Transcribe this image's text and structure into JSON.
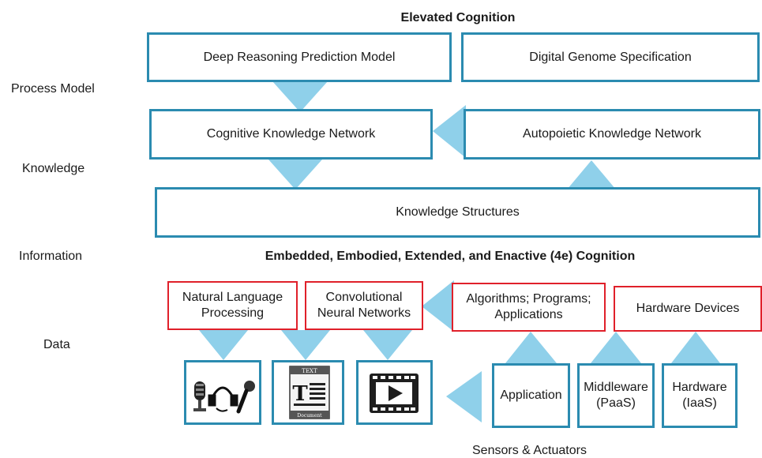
{
  "headings": {
    "top": "Elevated Cognition",
    "middle": "Embedded, Embodied, Extended, and Enactive (4e) Cognition",
    "bottom": "Sensors & Actuators"
  },
  "side_labels": {
    "process_model": "Process Model",
    "knowledge": "Knowledge",
    "information": "Information",
    "data": "Data"
  },
  "boxes": {
    "deep_reasoning": "Deep Reasoning Prediction Model",
    "digital_genome": "Digital Genome Specification",
    "cognitive_kn": "Cognitive Knowledge Network",
    "autopoietic_kn": "Autopoietic Knowledge Network",
    "knowledge_structures": "Knowledge Structures",
    "nlp_line1": "Natural Language",
    "nlp_line2": "Processing",
    "cnn_line1": "Convolutional",
    "cnn_line2": "Neural Networks",
    "algo_line1": "Algorithms; Programs;",
    "algo_line2": "Applications",
    "hardware_devices": "Hardware Devices",
    "application": "Application",
    "middleware_line1": "Middleware",
    "middleware_line2": "(PaaS)",
    "hardware_line1": "Hardware",
    "hardware_line2": "(IaaS)"
  },
  "icons": {
    "document_top": "TEXT",
    "document_bottom": "Document",
    "audio_icon": "audio-devices-icon",
    "text_icon": "text-document-icon",
    "video_icon": "video-player-icon"
  },
  "colors": {
    "arrow": "#8fd0ea",
    "box_border_blue": "#2b8bb0",
    "box_border_red": "#e0202a"
  }
}
